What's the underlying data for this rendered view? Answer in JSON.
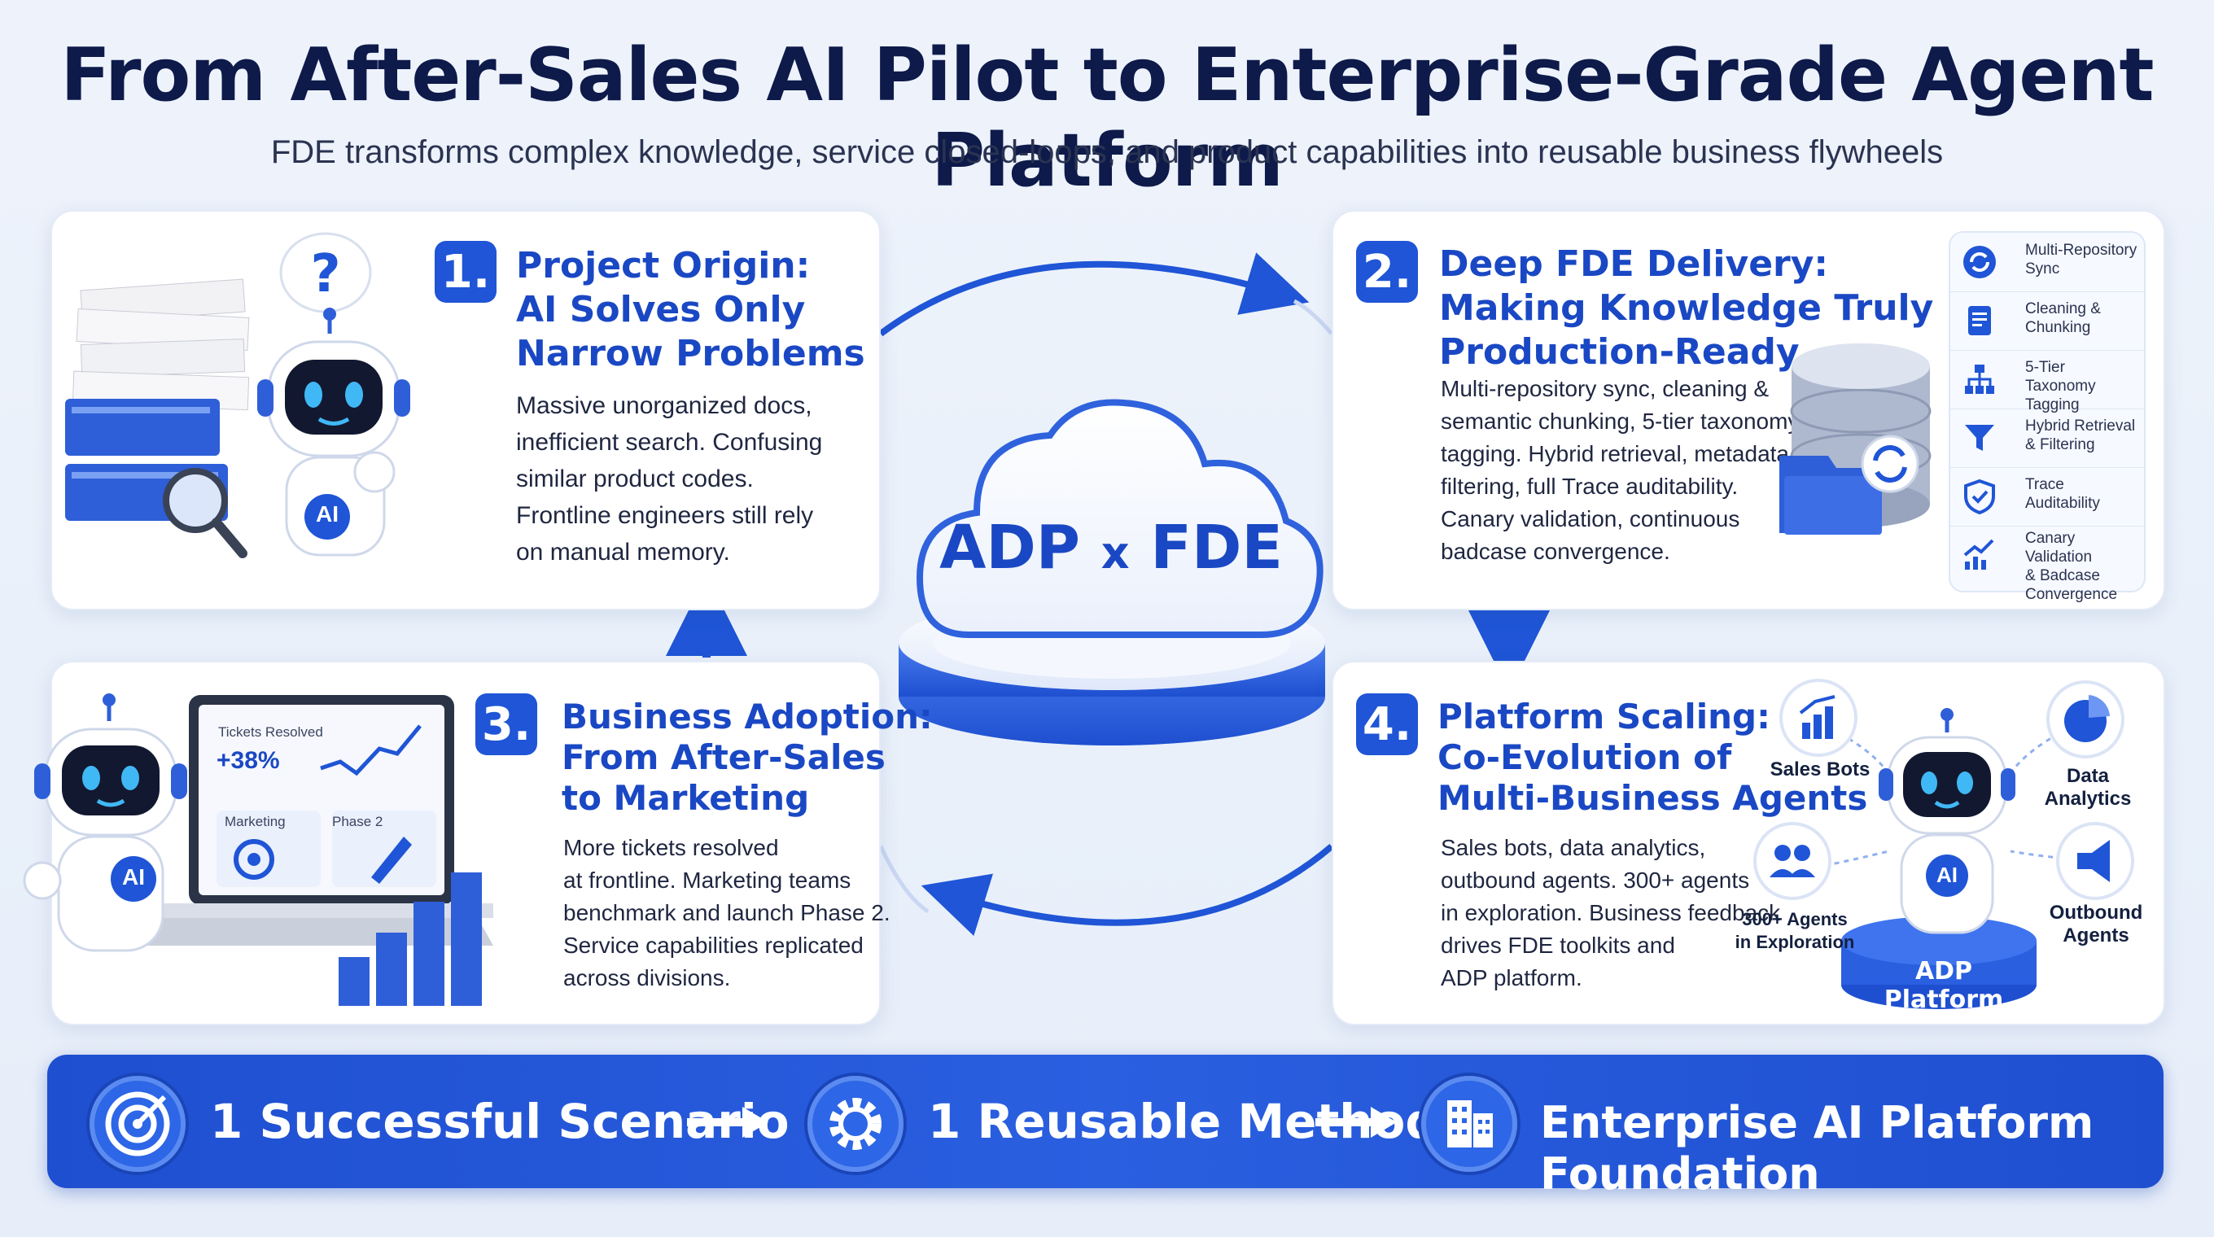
{
  "title": "From After-Sales AI Pilot to Enterprise-Grade Agent Platform",
  "subtitle": "FDE transforms complex knowledge, service closed-loops, and product capabilities into reusable business flywheels",
  "center": {
    "label_left": "ADP",
    "label_mid": "x",
    "label_right": "FDE"
  },
  "cards": [
    {
      "number": "1.",
      "heading": [
        "Project Origin:",
        "AI Solves Only",
        "Narrow Problems"
      ],
      "body": [
        "Massive unorganized docs,",
        "inefficient search. Confusing",
        "similar product codes.",
        "Frontline engineers still rely",
        "on manual memory."
      ],
      "robot_badge": "AI"
    },
    {
      "number": "2.",
      "heading": [
        "Deep FDE Delivery:",
        "Making Knowledge Truly",
        "Production-Ready"
      ],
      "body": [
        "Multi-repository sync, cleaning &",
        "semantic chunking, 5-tier taxonomy",
        "tagging. Hybrid retrieval, metadata",
        "filtering, full Trace auditability.",
        "Canary validation, continuous",
        "badcase convergence."
      ],
      "features": [
        {
          "icon": "sync-icon",
          "label": [
            "Multi-Repository",
            "Sync"
          ]
        },
        {
          "icon": "document-icon",
          "label": [
            "Cleaning &",
            "Chunking"
          ]
        },
        {
          "icon": "hierarchy-icon",
          "label": [
            "5-Tier Taxonomy",
            "Tagging"
          ]
        },
        {
          "icon": "filter-icon",
          "label": [
            "Hybrid Retrieval",
            "& Filtering"
          ]
        },
        {
          "icon": "shield-check-icon",
          "label": [
            "Trace",
            "Auditability"
          ]
        },
        {
          "icon": "trend-up-icon",
          "label": [
            "Canary Validation",
            "& Badcase",
            "Convergence"
          ]
        }
      ]
    },
    {
      "number": "3.",
      "heading": [
        "Business Adoption:",
        "From After-Sales",
        "to Marketing"
      ],
      "body": [
        "More tickets resolved",
        "at frontline. Marketing teams",
        "benchmark and launch Phase 2.",
        "Service capabilities replicated",
        "across divisions."
      ],
      "screen": {
        "tickets_label": "Tickets Resolved",
        "tickets_value": "+38%",
        "tile1": "Marketing",
        "tile2": "Phase 2"
      },
      "robot_badge": "AI"
    },
    {
      "number": "4.",
      "heading": [
        "Platform Scaling:",
        "Co-Evolution of",
        "Multi-Business Agents"
      ],
      "body": [
        "Sales bots, data analytics,",
        "outbound agents. 300+ agents",
        "in exploration. Business feedback",
        "drives FDE toolkits and",
        "ADP platform."
      ],
      "radial": {
        "sales": [
          "Sales Bots"
        ],
        "analytics": [
          "Data",
          "Analytics"
        ],
        "agents": [
          "300+ Agents",
          "in Exploration"
        ],
        "outbound": [
          "Outbound",
          "Agents"
        ],
        "platform": "ADP Platform",
        "robot_badge": "AI"
      }
    }
  ],
  "banner": {
    "items": [
      {
        "icon": "target-icon",
        "label": "1 Successful Scenario"
      },
      {
        "icon": "gear-icon",
        "label": "1 Reusable Method"
      },
      {
        "icon": "building-icon",
        "label": "Enterprise AI Platform Foundation"
      }
    ]
  },
  "colors": {
    "primary": "#1f55d6",
    "heading": "#1a48c4",
    "title": "#0d1a4a"
  }
}
